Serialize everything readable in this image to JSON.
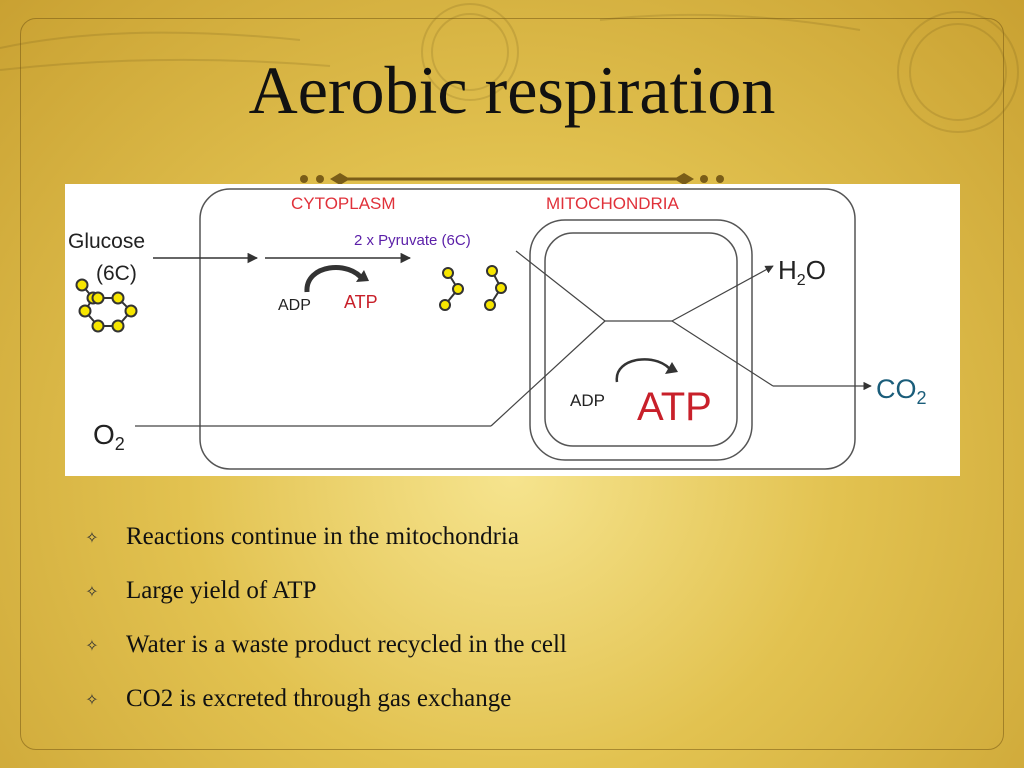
{
  "slide": {
    "title": "Aerobic respiration",
    "accent_color": "#c9a132"
  },
  "diagram": {
    "labels": {
      "cytoplasm": "CYTOPLASM",
      "mitochondria": "MITOCHONDRIA",
      "glucose": "Glucose",
      "glucose_carbons": "(6C)",
      "pyruvate": "2 x Pyruvate (6C)",
      "adp_cytoplasm": "ADP",
      "atp_cytoplasm": "ATP",
      "adp_mito": "ADP",
      "atp_mito": "ATP",
      "h2o_main": "H",
      "h2o_sub": "2",
      "h2o_end": "O",
      "co2_main": "CO",
      "co2_sub": "2",
      "o2_main": "O",
      "o2_sub": "2"
    },
    "colors": {
      "compartment_label": "#e0313a",
      "pyruvate_label": "#5b1fa8",
      "atp": "#c8202a",
      "co2": "#1a5d7a",
      "molecule_fill": "#f7e600",
      "molecule_stroke": "#333333"
    }
  },
  "bullets": [
    {
      "text": "Reactions continue in the mitochondria",
      "icon": "sparkle-icon"
    },
    {
      "text": "Large yield of ATP",
      "icon": "sparkle-icon"
    },
    {
      "text": "Water is a waste product recycled in the cell",
      "icon": "sparkle-icon"
    },
    {
      "text": "CO2 is excreted through gas exchange",
      "icon": "sparkle-icon"
    }
  ]
}
